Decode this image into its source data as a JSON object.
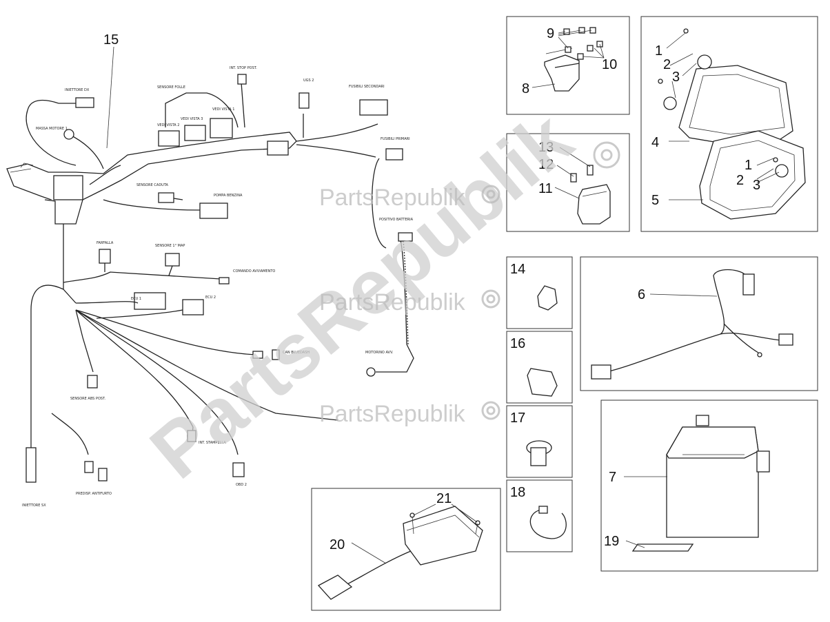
{
  "callouts": {
    "n1": "1",
    "n2": "2",
    "n3": "3",
    "n4": "4",
    "n5": "5",
    "n6": "6",
    "n7": "7",
    "n8": "8",
    "n9": "9",
    "n10": "10",
    "n11": "11",
    "n12": "12",
    "n13": "13",
    "n14": "14",
    "n15": "15",
    "n16": "16",
    "n17": "17",
    "n18": "18",
    "n19": "19",
    "n20": "20",
    "n21": "21"
  },
  "watermark": {
    "diagonal": "PartsRepublik",
    "row1": "PartsRepublik",
    "row2": "PartsRepublik",
    "row3": "PartsRepublik"
  },
  "harness_labels": {
    "iniettore_dx": "INIETTORE DX",
    "massa_motore": "MASSA MOTORE 1",
    "sensore_folle": "SENSORE FOLLE",
    "int_stop_post": "INT. STOP POST.",
    "ugs2": "UGS 2",
    "fusibili_secondari": "FUSIBILI SECONDARI",
    "vedi_vista_1": "VEDI VISTA 1",
    "vedi_vista_2": "VEDI VISTA 2",
    "vedi_vista_3": "VEDI VISTA 3",
    "fusibili_primari": "FUSIBILI PRIMARI",
    "sensore_caduta": "SENSORE CADUTA",
    "pompa_benzina": "POMPA BENZINA",
    "positivo_batteria": "POSITIVO BATTERIA",
    "farfalla": "FARFALLA",
    "sensore_1_map": "SENSORE 1° MAP",
    "comando_avviamento": "COMANDO AVVIAMENTO",
    "ecu1": "ECU 1",
    "ecu2": "ECU 2",
    "can_bluedash": "CAN BLUEDASH",
    "motorino_avv": "MOTORINO AVV.",
    "sensore_abs_post": "SENSORE ABS POST.",
    "int_stampella": "INT. STAMPELLA",
    "obd2": "OBD 2",
    "predisp_antifurto": "PREDISP. ANTIFURTO",
    "iniettore_sx": "INIETTORE SX"
  }
}
